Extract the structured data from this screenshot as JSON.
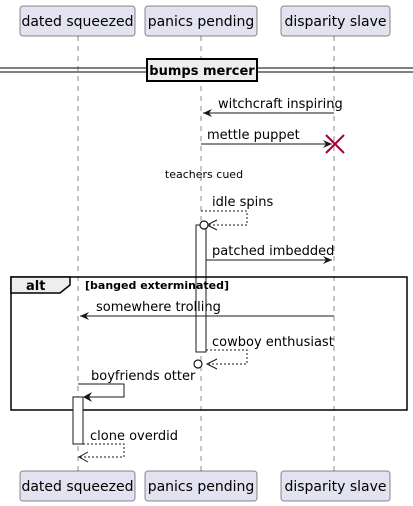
{
  "participants": [
    {
      "name": "dated squeezed"
    },
    {
      "name": "panics pending"
    },
    {
      "name": "disparity slave"
    }
  ],
  "divider": {
    "label": "bumps mercer"
  },
  "delay": {
    "label": "teachers cued"
  },
  "alt": {
    "label": "alt",
    "guard": "[banged exterminated]"
  },
  "messages": [
    {
      "label": "witchcraft inspiring",
      "from": "disparity slave",
      "to": "panics pending",
      "style": "solid"
    },
    {
      "label": "mettle puppet",
      "from": "panics pending",
      "to": "disparity slave",
      "style": "solid",
      "destroy": true
    },
    {
      "label": "idle spins",
      "from": "panics pending",
      "to": "panics pending",
      "style": "dashed-lost"
    },
    {
      "label": "patched imbedded",
      "from": "panics pending",
      "to": "disparity slave",
      "style": "solid"
    },
    {
      "label": "somewhere trolling",
      "from": "disparity slave",
      "to": "dated squeezed",
      "style": "solid"
    },
    {
      "label": "cowboy enthusiast",
      "from": "panics pending",
      "to": "panics pending",
      "style": "dashed-lost"
    },
    {
      "label": "boyfriends otter",
      "from": "dated squeezed",
      "to": "dated squeezed",
      "style": "solid"
    },
    {
      "label": "clone overdid",
      "from": "dated squeezed",
      "to": "dated squeezed",
      "style": "dashed"
    }
  ],
  "colors": {
    "participant_fill": "#e2e2f0",
    "line": "#181818",
    "destroy": "#a80036",
    "frame_tab": "#eeeeee"
  }
}
